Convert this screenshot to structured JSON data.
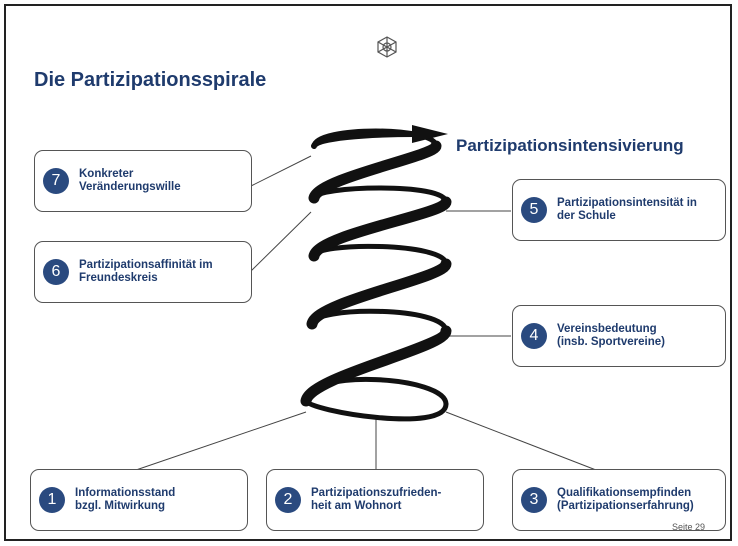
{
  "title": "Die Partizipationsspirale",
  "spiral_label": "Partizipationsintensivierung",
  "page_number": "Seite 29",
  "colors": {
    "accent": "#1f3b6d",
    "badge": "#2a4a7f",
    "spiral": "#111111"
  },
  "icons": {
    "logo": "wheel-logo-icon"
  },
  "steps": [
    {
      "number": "1",
      "text": "Informationsstand\nbzgl. Mitwirkung"
    },
    {
      "number": "2",
      "text": "Partizipationszufrieden-\nheit am Wohnort"
    },
    {
      "number": "3",
      "text": "Qualifikationsempfinden\n(Partizipationserfahrung)"
    },
    {
      "number": "4",
      "text": "Vereinsbedeutung\n(insb. Sportvereine)"
    },
    {
      "number": "5",
      "text": "Partizipationsintensität in\nder Schule"
    },
    {
      "number": "6",
      "text": "Partizipationsaffinität im\nFreundeskreis"
    },
    {
      "number": "7",
      "text": "Konkreter\nVeränderungswille"
    }
  ]
}
